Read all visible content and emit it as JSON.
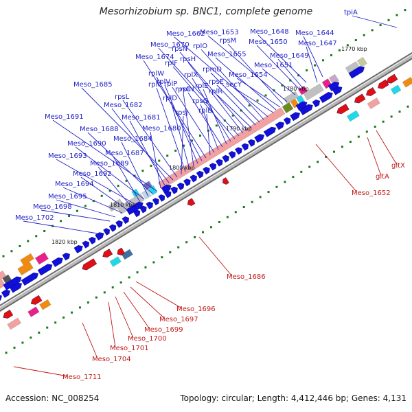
{
  "title": "Mesorhizobium sp. BNC1, complete genome",
  "footer": {
    "accession": "Accession: NC_008254",
    "summary": "Topology: circular; Length: 4,412,446 bp; Genes: 4,131"
  },
  "kbp_ticks": [
    "1770 kbp",
    "1780 kbp",
    "1790 kbp",
    "1800 kbp",
    "1810 kbp",
    "1820 kbp"
  ],
  "forward_labels": [
    "tpiA",
    "Meso_1644",
    "Meso_1647",
    "Meso_1648",
    "Meso_1649",
    "Meso_1650",
    "Meso_1651",
    "Meso_1653",
    "rpsM",
    "Meso_1654",
    "Meso_1655",
    "secY",
    "Meso_1662",
    "rplO",
    "rpmD",
    "rpsE",
    "rplR",
    "rpsN",
    "rpsH",
    "Meso_1670",
    "rplF",
    "rplX",
    "rplE",
    "rplN",
    "rpsQ",
    "rplP",
    "rplB",
    "Meso_1674",
    "rplW",
    "rplV",
    "rpsC",
    "rplD",
    "rplC",
    "rpsJ",
    "rpsL",
    "Meso_1685",
    "Meso_1682",
    "Meso_1681",
    "Meso_1680",
    "Meso_1691",
    "Meso_1688",
    "Meso_1684",
    "Meso_1690",
    "Meso_1687",
    "Meso_1693",
    "Meso_1689",
    "Meso_1692",
    "Meso_1694",
    "Meso_1695",
    "Meso_1698",
    "Meso_1702"
  ],
  "reverse_labels": [
    "gltX",
    "gltA",
    "Meso_1652",
    "Meso_1686",
    "Meso_1696",
    "Meso_1697",
    "Meso_1699",
    "Meso_1700",
    "Meso_1701",
    "Meso_1704",
    "Meso_1711"
  ],
  "colors": {
    "forward_gene": "#1010d8",
    "reverse_gene": "#e01010",
    "label_blue": "#2020c8",
    "label_red": "#c01818",
    "backbone": "#9a9a9a",
    "gc_dots": "#1a7a1a",
    "orf_pink": "#f2a0a0",
    "orf_gray": "#c0c0c0",
    "orf_green": "#6a8a20",
    "orf_cyan": "#20d8e8",
    "orf_magenta": "#e8208a",
    "orf_orange": "#f08a10"
  }
}
